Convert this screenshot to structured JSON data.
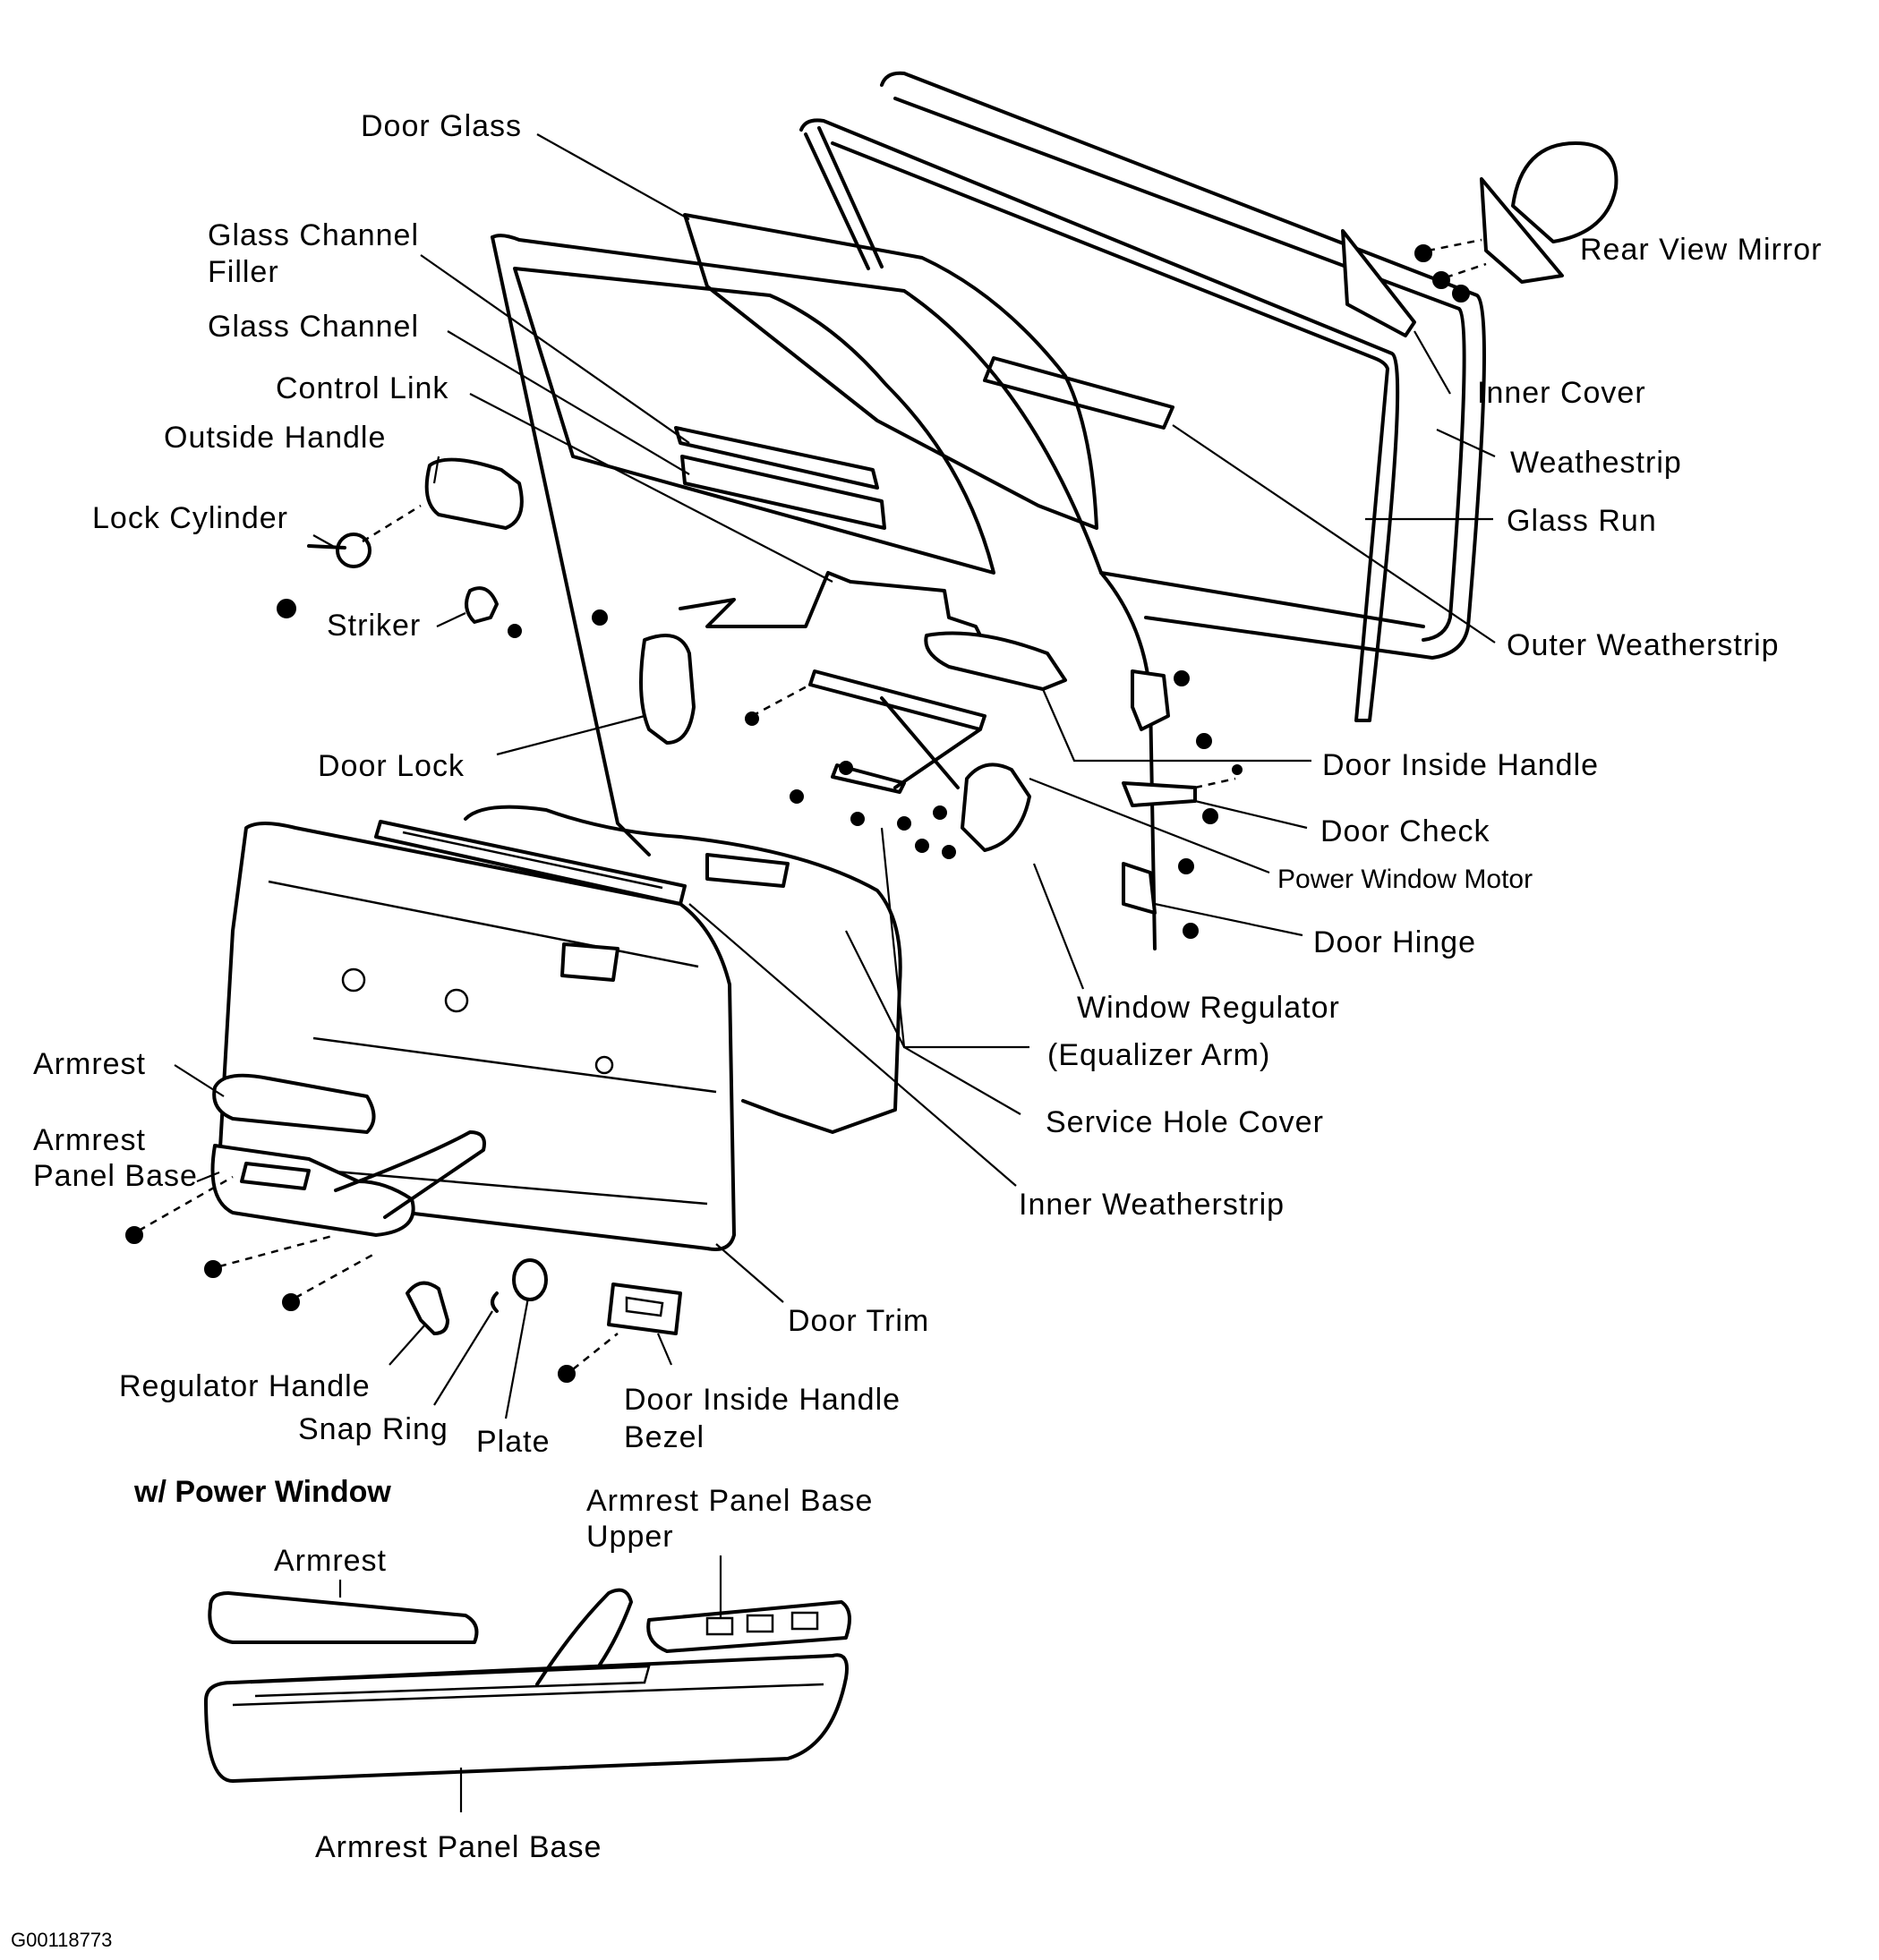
{
  "labels": {
    "door_glass": "Door Glass",
    "glass_channel_filler_1": "Glass Channel",
    "glass_channel_filler_2": "Filler",
    "glass_channel": "Glass Channel",
    "control_link": "Control Link",
    "outside_handle": "Outside Handle",
    "lock_cylinder": "Lock Cylinder",
    "striker": "Striker",
    "door_lock": "Door Lock",
    "rear_view_mirror": "Rear View Mirror",
    "inner_cover": "Inner Cover",
    "weathestrip": "Weathestrip",
    "glass_run": "Glass Run",
    "outer_weatherstrip": "Outer Weatherstrip",
    "door_inside_handle": "Door Inside Handle",
    "door_check": "Door Check",
    "power_window_motor": "Power Window Motor",
    "door_hinge": "Door Hinge",
    "window_regulator": "Window Regulator",
    "equalizer_arm": "(Equalizer Arm)",
    "service_hole_cover": "Service Hole Cover",
    "inner_weatherstrip": "Inner Weatherstrip",
    "armrest": "Armrest",
    "armrest_panel_base_1": "Armrest",
    "armrest_panel_base_2": "Panel Base",
    "door_trim": "Door Trim",
    "regulator_handle": "Regulator Handle",
    "snap_ring": "Snap Ring",
    "plate": "Plate",
    "door_inside_handle_bezel_1": "Door Inside Handle",
    "door_inside_handle_bezel_2": "Bezel"
  },
  "inset": {
    "heading": "w/ Power Window",
    "armrest": "Armrest",
    "armrest_panel_base_upper_1": "Armrest Panel Base",
    "armrest_panel_base_upper_2": "Upper",
    "armrest_panel_base": "Armrest Panel Base"
  },
  "figure_code": "G00118773"
}
